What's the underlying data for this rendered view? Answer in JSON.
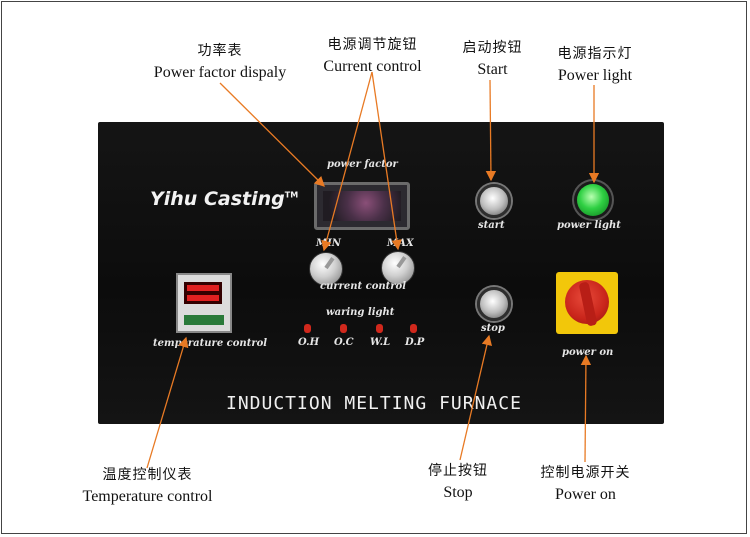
{
  "callouts": {
    "power_factor": {
      "cn": "功率表",
      "en": "Power factor dispaly"
    },
    "current_control": {
      "cn": "电源调节旋钮",
      "en": "Current control"
    },
    "start": {
      "cn": "启动按钮",
      "en": "Start"
    },
    "power_light": {
      "cn": "电源指示灯",
      "en": "Power light"
    },
    "temperature_control": {
      "cn": "温度控制仪表",
      "en": "Temperature control"
    },
    "stop": {
      "cn": "停止按钮",
      "en": "Stop"
    },
    "power_on": {
      "cn": "控制电源开关",
      "en": "Power on"
    }
  },
  "panel": {
    "brand": "Yihu Casting",
    "brand_mark": "TM",
    "power_factor_label": "power factor",
    "min_label": "MIN",
    "max_label": "MAX",
    "current_control_label": "current control",
    "waring_light_label": "waring light",
    "warning_lights": [
      "O.H",
      "O.C",
      "W.L",
      "D.P"
    ],
    "temperature_control_label": "temperature control",
    "start_label": "start",
    "stop_label": "stop",
    "power_light_label": "power light",
    "power_on_label": "power on",
    "machine_title": "INDUCTION MELTING FURNACE"
  },
  "colors": {
    "arrow": "#e87a24",
    "panel": "#111111",
    "led": "#d0281c",
    "power_light": "#2fd043",
    "switch_base": "#f2c70a"
  }
}
